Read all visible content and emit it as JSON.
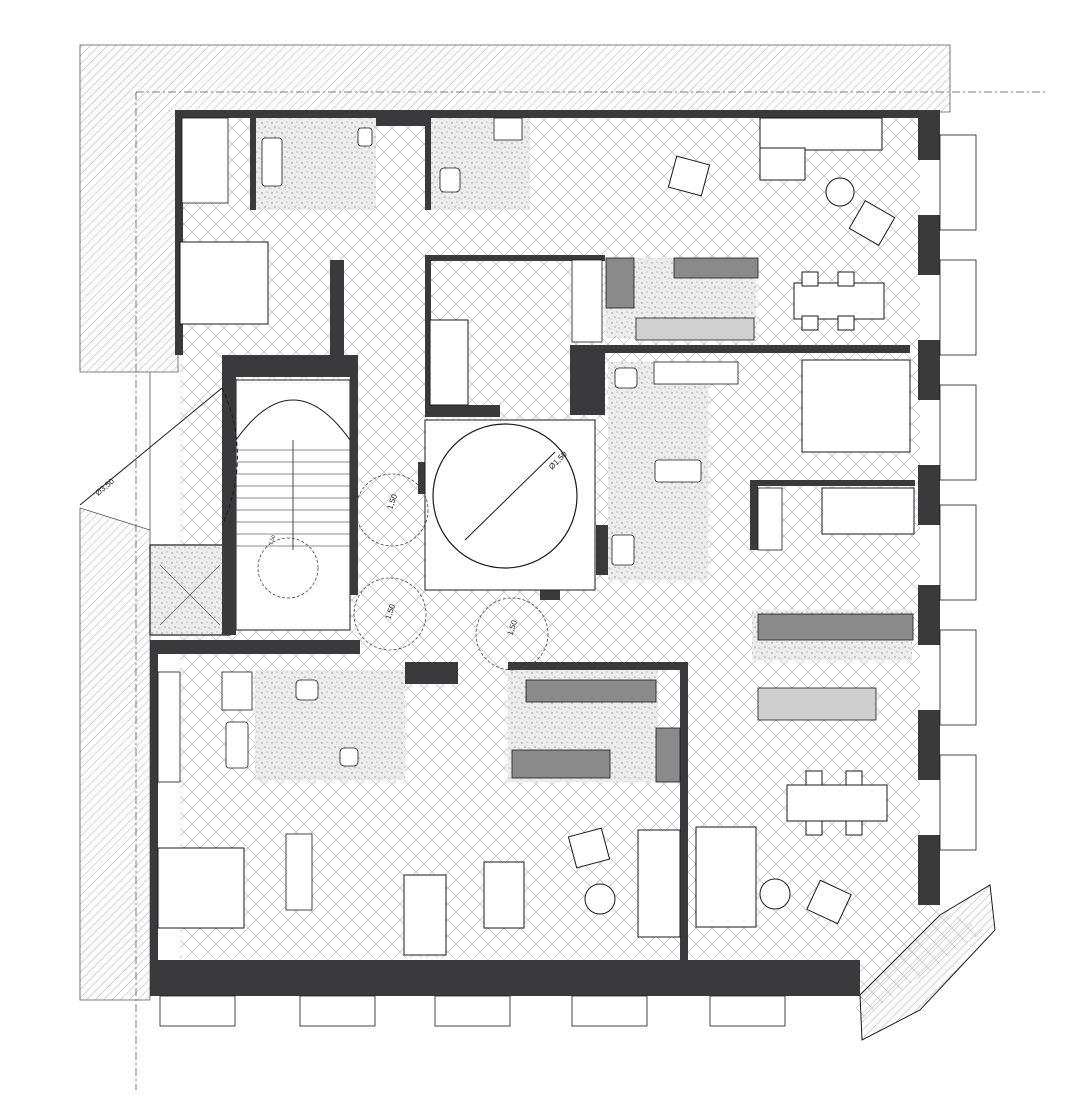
{
  "dimensions": {
    "door_radius": "Ø3,50",
    "turning_circle_large": "Ø1,50",
    "turning_circle_a": "1,50",
    "turning_circle_b": "1,50",
    "turning_circle_c": "1,50",
    "turning_circle_d": "1,50"
  },
  "colors": {
    "wall": "#3a3a3c",
    "outline": "#1a1a1a",
    "hatch": "#9a9a9a",
    "floor_hatch": "#b4b4b4",
    "counter": "#8a8a8a",
    "terrazzo": "#d8d8d8",
    "furniture": "#ffffff"
  }
}
